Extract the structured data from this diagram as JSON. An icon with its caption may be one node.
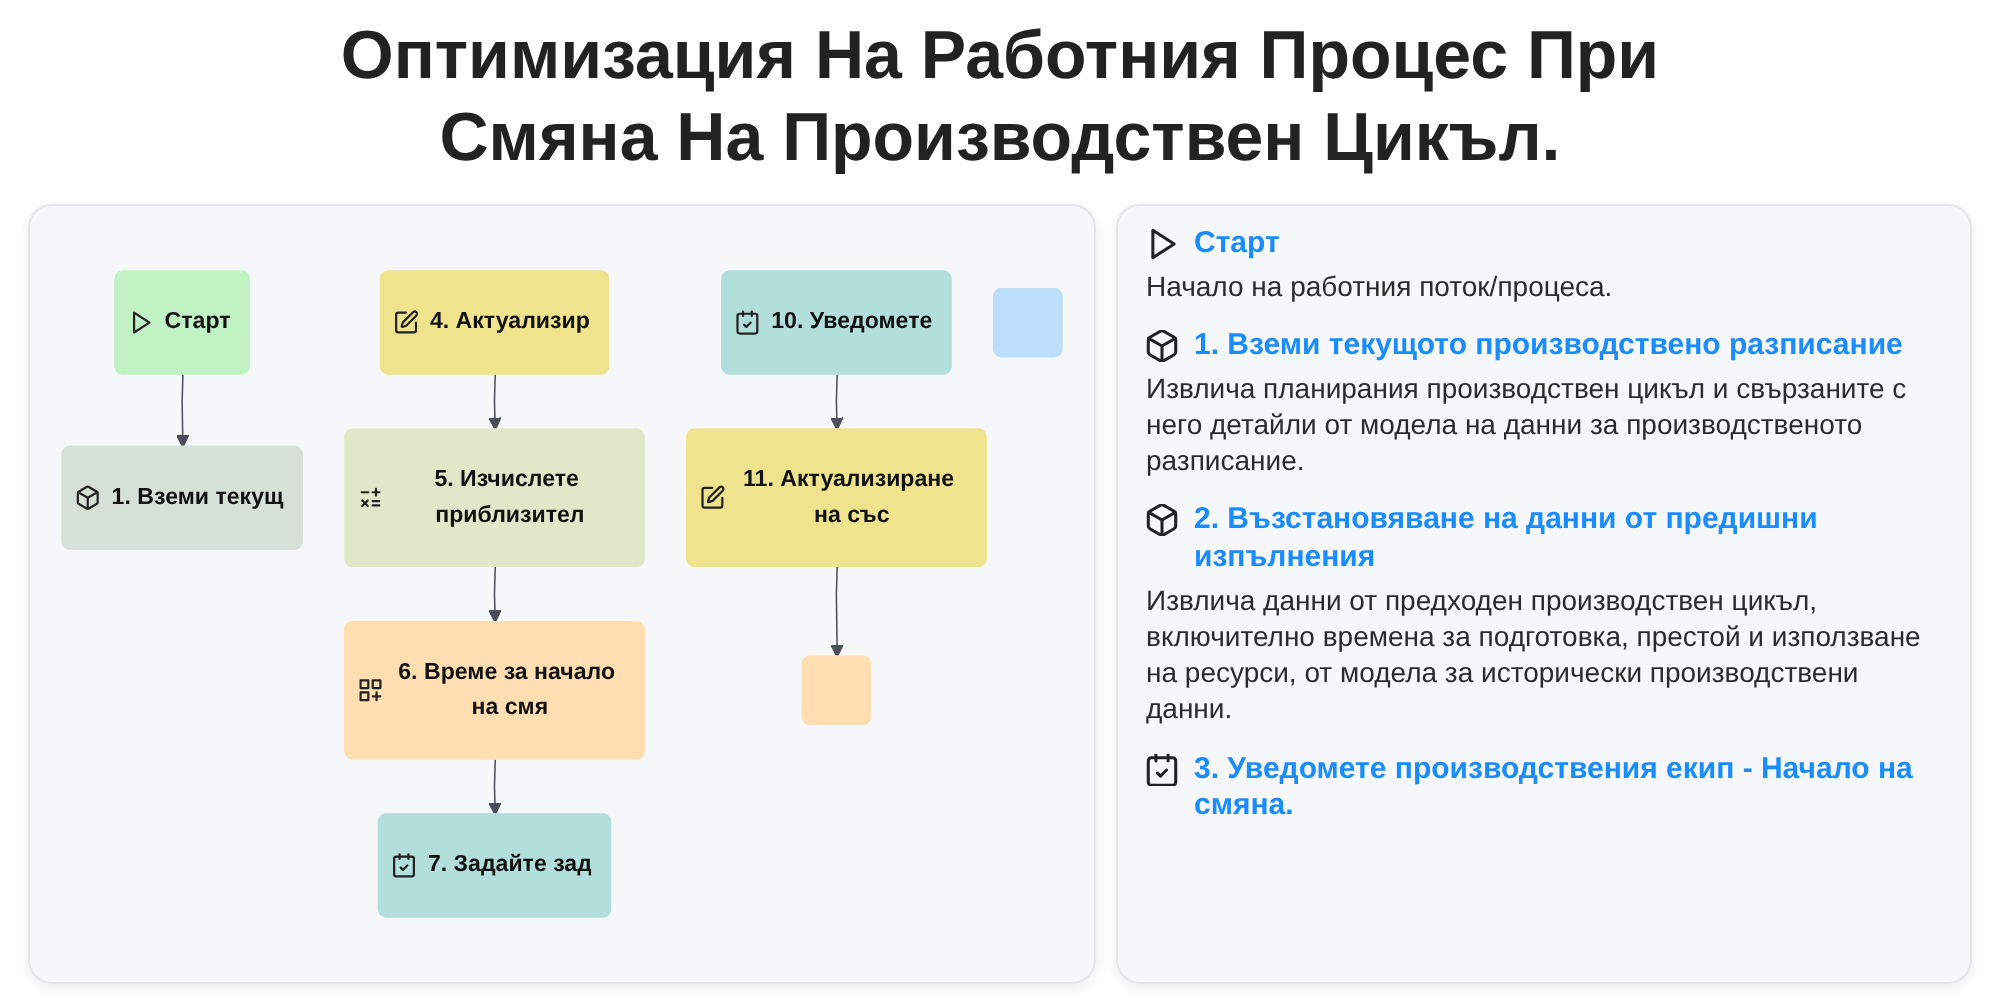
{
  "diagram": {
    "title": "Оптимизация На Работния Процес При Смяна На Производствен Цикъл.",
    "nodes": [
      {
        "text": [
          "Старт"
        ]
      },
      {
        "text": [
          "1. Вземи текущ"
        ]
      },
      {
        "text": [
          "5. Изчислете приблизител"
        ]
      },
      {
        "text": [
          "4. Актуализир"
        ]
      },
      {
        "text": [
          "6. Време за начало на смя"
        ]
      },
      {
        "text": [
          "7. Задайте зад"
        ]
      },
      {
        "text": [
          "11. Актуализиране на със"
        ]
      },
      {
        "text": [
          "10. Уведомете"
        ]
      },
      {
        "text": [],
        "shape": "box"
      },
      {
        "text": [],
        "shape": "box"
      }
    ],
    "edges": [
      {
        "from": 0,
        "to": 1,
        "arrow": "to"
      },
      {
        "from": 3,
        "to": 2,
        "arrow": "to"
      },
      {
        "from": 2,
        "to": 4,
        "arrow": "to"
      },
      {
        "from": 4,
        "to": 5,
        "arrow": "to"
      },
      {
        "from": 7,
        "to": 6,
        "arrow": "to"
      },
      {
        "from": 6,
        "to": 8,
        "arrow": "to"
      }
    ],
    "labels": [
      "Старт",
      "Начало на работния поток/процеса.",
      "1. Вземи текущото производствено разписание",
      "Извлича планирания производствен цикъл и свързаните с него детайли от модела на данни за производственото разписание.",
      "2. Възстановяване на данни от предишни изпълнения",
      "Извлича данни от предходен производствен цикъл, включително времена за подготовка, престой и използване на ресурси, от модела за исторически производствени данни.",
      "3. Уведомете производствения екип - Начало на смяна."
    ]
  }
}
